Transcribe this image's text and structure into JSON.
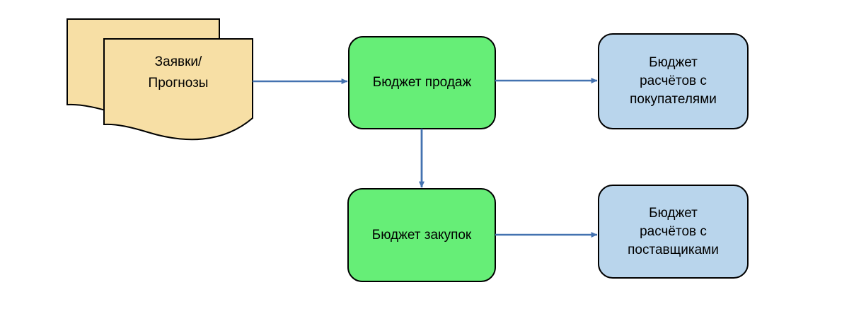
{
  "diagram": {
    "title": "Budget flow diagram",
    "background_color": "#ffffff",
    "palette": {
      "document_fill": "#f7dfa5",
      "document_stroke": "#000000",
      "green_fill": "#66ee77",
      "green_stroke": "#000000",
      "blue_fill": "#b9d5ec",
      "blue_stroke": "#000000",
      "arrow_color": "#4472b0",
      "text_color": "#000000"
    },
    "nodes": [
      {
        "id": "requests-forecasts",
        "shape": "multi-document",
        "label": "Заявки/\nПрогнозы",
        "fill": "#f7dfa5"
      },
      {
        "id": "sales-budget",
        "shape": "rounded-rect",
        "label": "Бюджет продаж",
        "fill": "#66ee77"
      },
      {
        "id": "buyers-settlements-budget",
        "shape": "rounded-rect",
        "label": "Бюджет\nрасчётов с\nпокупателями",
        "fill": "#b9d5ec"
      },
      {
        "id": "purchases-budget",
        "shape": "rounded-rect",
        "label": "Бюджет закупок",
        "fill": "#66ee77"
      },
      {
        "id": "suppliers-settlements-budget",
        "shape": "rounded-rect",
        "label": "Бюджет\nрасчётов с\nпоставщиками",
        "fill": "#b9d5ec"
      }
    ],
    "edges": [
      {
        "id": "edge-requests-to-sales",
        "from": "requests-forecasts",
        "to": "sales-budget",
        "direction": "right"
      },
      {
        "id": "edge-sales-to-buyers",
        "from": "sales-budget",
        "to": "buyers-settlements-budget",
        "direction": "right"
      },
      {
        "id": "edge-sales-to-purchases",
        "from": "sales-budget",
        "to": "purchases-budget",
        "direction": "down"
      },
      {
        "id": "edge-purchases-to-suppliers",
        "from": "purchases-budget",
        "to": "suppliers-settlements-budget",
        "direction": "right"
      }
    ]
  }
}
